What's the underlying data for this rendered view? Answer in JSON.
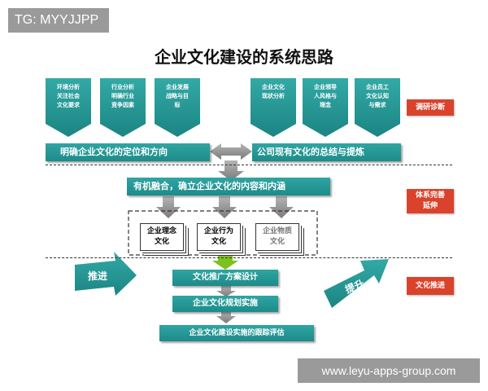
{
  "watermark_tag": "TG: MYYJJPP",
  "title": "企业文化建设的系统思路",
  "top_left_boxes": [
    {
      "lines": [
        "环境分析",
        "关注社会",
        "文化要求"
      ]
    },
    {
      "lines": [
        "行业分析",
        "明确行业",
        "竞争因素"
      ]
    },
    {
      "lines": [
        "企业发展",
        "战略与目",
        "标"
      ]
    }
  ],
  "top_right_boxes": [
    {
      "lines": [
        "企业文化",
        "现状分析"
      ]
    },
    {
      "lines": [
        "企业领导",
        "人风格与",
        "理念"
      ]
    },
    {
      "lines": [
        "企业员工",
        "文化认知",
        "与需求"
      ]
    }
  ],
  "bar_left": "明确企业文化的定位和方向",
  "bar_right": "公司现有文化的总结与提炼",
  "bar_middle": "有机融合，确立企业文化的内容和内涵",
  "cards": [
    {
      "lines": [
        "企业理念",
        "文化"
      ],
      "color": "#111111"
    },
    {
      "lines": [
        "企业行为",
        "文化"
      ],
      "color": "#111111"
    },
    {
      "lines": [
        "企业物质",
        "文化"
      ],
      "color": "#777777"
    }
  ],
  "left_arrow_label": "推进",
  "right_arrow_label": "提升",
  "steps": [
    "文化推广方案设计",
    "企业文化规划实施",
    "企业文化建设实施的跟踪评估"
  ],
  "side_labels": [
    {
      "lines": [
        "调研诊断"
      ]
    },
    {
      "lines": [
        "体系完善",
        "延伸"
      ]
    },
    {
      "lines": [
        "文化推进"
      ]
    }
  ],
  "website": "www.leyu-apps-group.com",
  "colors": {
    "teal": "#23948f",
    "red": "#d9432c",
    "green": "#7dc11e",
    "gray_arrow": "#888888"
  }
}
